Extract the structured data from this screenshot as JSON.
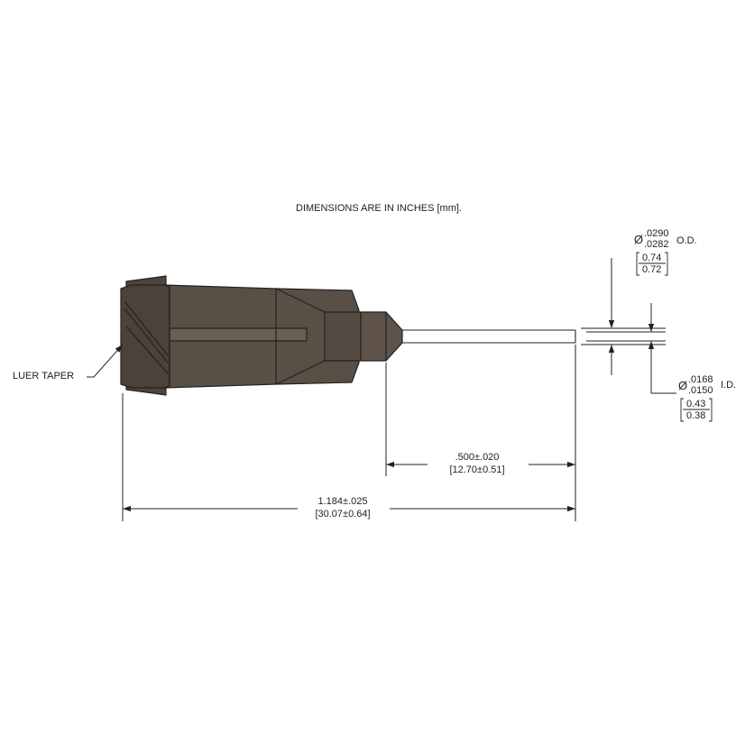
{
  "title": "DIMENSIONS ARE IN INCHES [mm].",
  "luer_label": "LUER TAPER",
  "od": {
    "symbol": "Ø",
    "max_in": ".0290",
    "min_in": ".0282",
    "suffix": "O.D.",
    "max_mm": "0.74",
    "min_mm": "0.72"
  },
  "id": {
    "symbol": "Ø",
    "max_in": ".0168",
    "min_in": ".0150",
    "suffix": "I.D.",
    "max_mm": "0.43",
    "min_mm": "0.38"
  },
  "needle_length": {
    "inches": ".500±.020",
    "mm": "[12.70±0.51]"
  },
  "overall_length": {
    "inches": "1.184±.025",
    "mm": "[30.07±0.64]"
  },
  "colors": {
    "line": "#222222",
    "hub_fill": "#5a4f45",
    "hub_dark": "#3f3730"
  }
}
